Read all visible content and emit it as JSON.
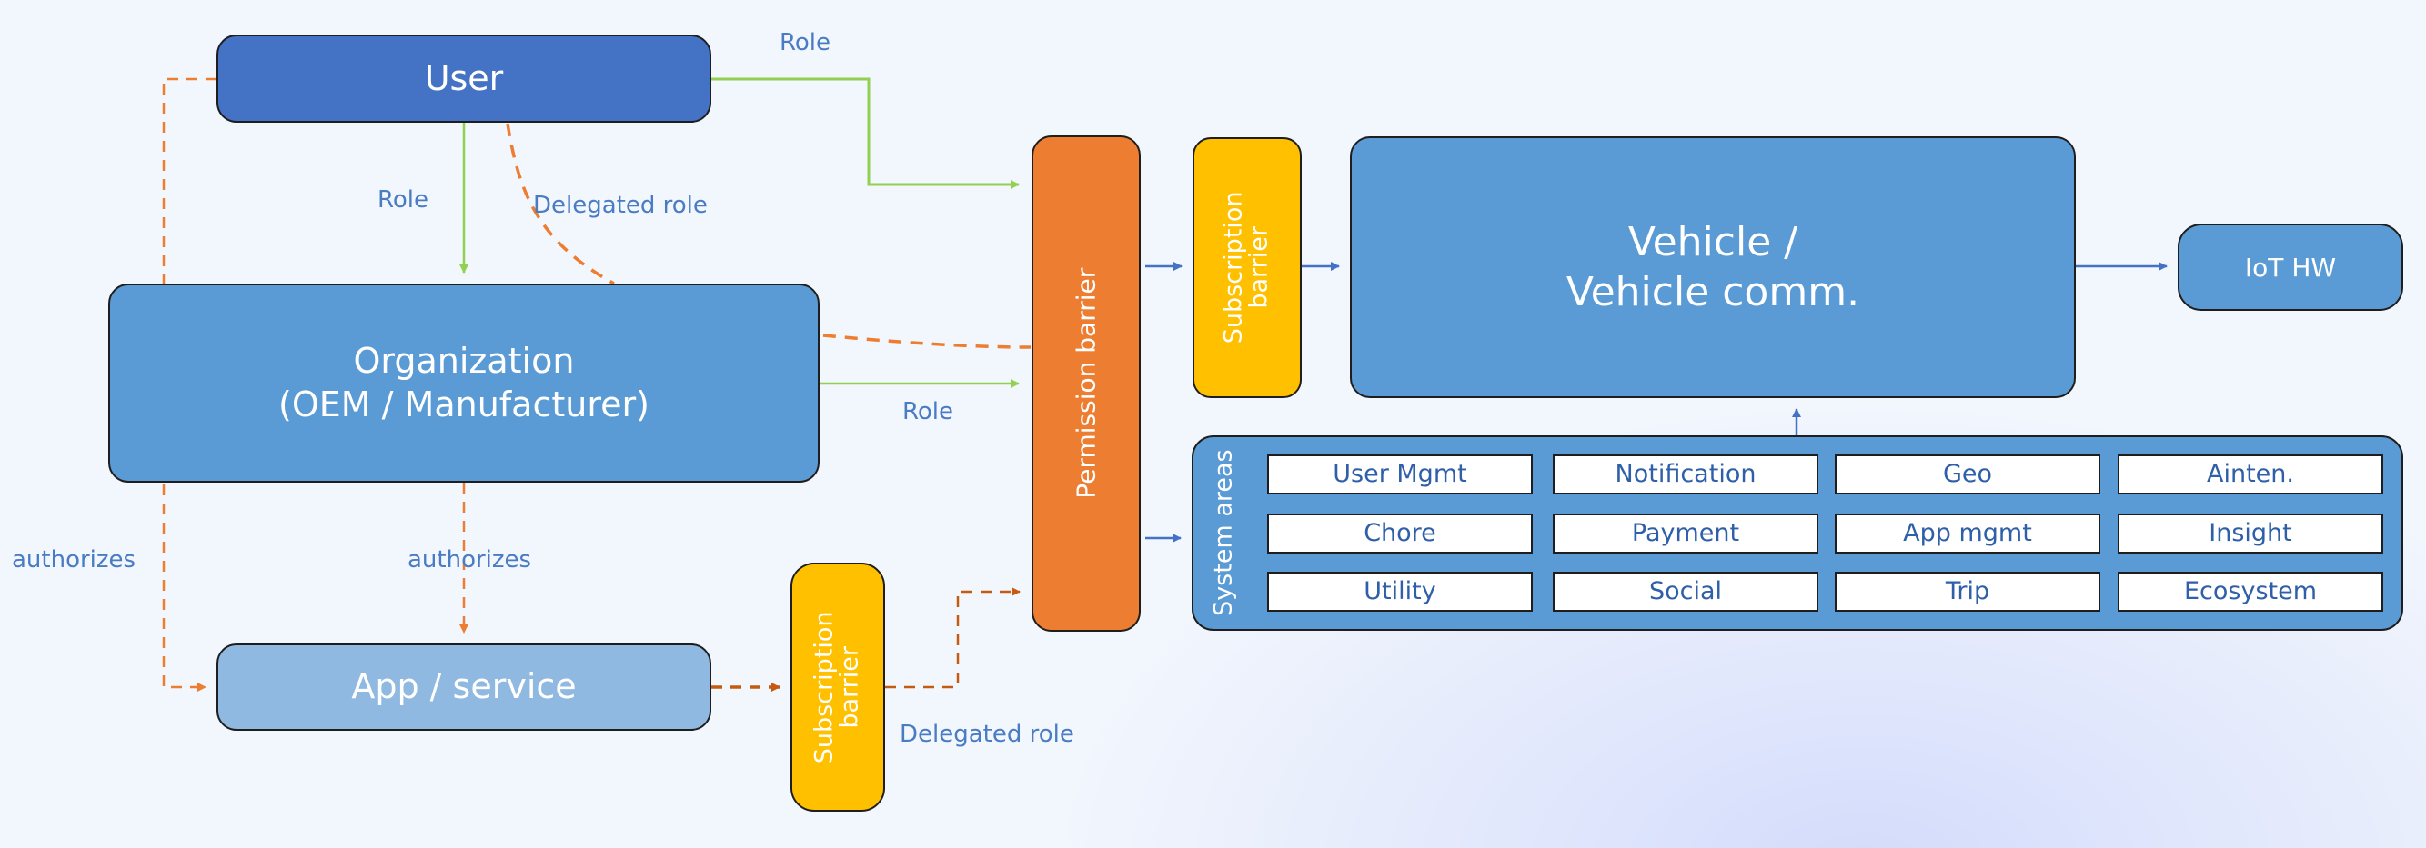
{
  "diagram": {
    "nodes": {
      "user": "User",
      "organization": "Organization\n(OEM / Manufacturer)",
      "app_service": "App / service",
      "permission_barrier": "Permission barrier",
      "subscription_barrier_top": "Subscription\nbarrier",
      "subscription_barrier_bottom": "Subscription\nbarrier",
      "vehicle": "Vehicle /\nVehicle comm.",
      "iot_hw": "IoT HW"
    },
    "system_areas": {
      "title": "System areas",
      "cells": [
        "User Mgmt",
        "Notification",
        "Geo",
        "Ainten.",
        "Chore",
        "Payment",
        "App mgmt",
        "Insight",
        "Utility",
        "Social",
        "Trip",
        "Ecosystem"
      ]
    },
    "edge_labels": {
      "user_to_permission_role": "Role",
      "user_to_org_role": "Role",
      "user_delegated_role": "Delegated role",
      "org_to_permission_role": "Role",
      "user_authorizes_app": "authorizes",
      "org_authorizes_app": "authorizes",
      "app_delegated_role": "Delegated role"
    },
    "colors": {
      "role_edge": "#92d050",
      "delegation_edge": "#ed7d31",
      "delegation_edge_dark": "#c55a11",
      "flow_edge": "#4472c4",
      "user_node": "#4472c4",
      "node_blue": "#5b9bd5",
      "app_node": "#8fb9e1",
      "permission_node": "#ed7d31",
      "subscription_node": "#ffc000",
      "label_text": "#4a7cc4"
    }
  }
}
